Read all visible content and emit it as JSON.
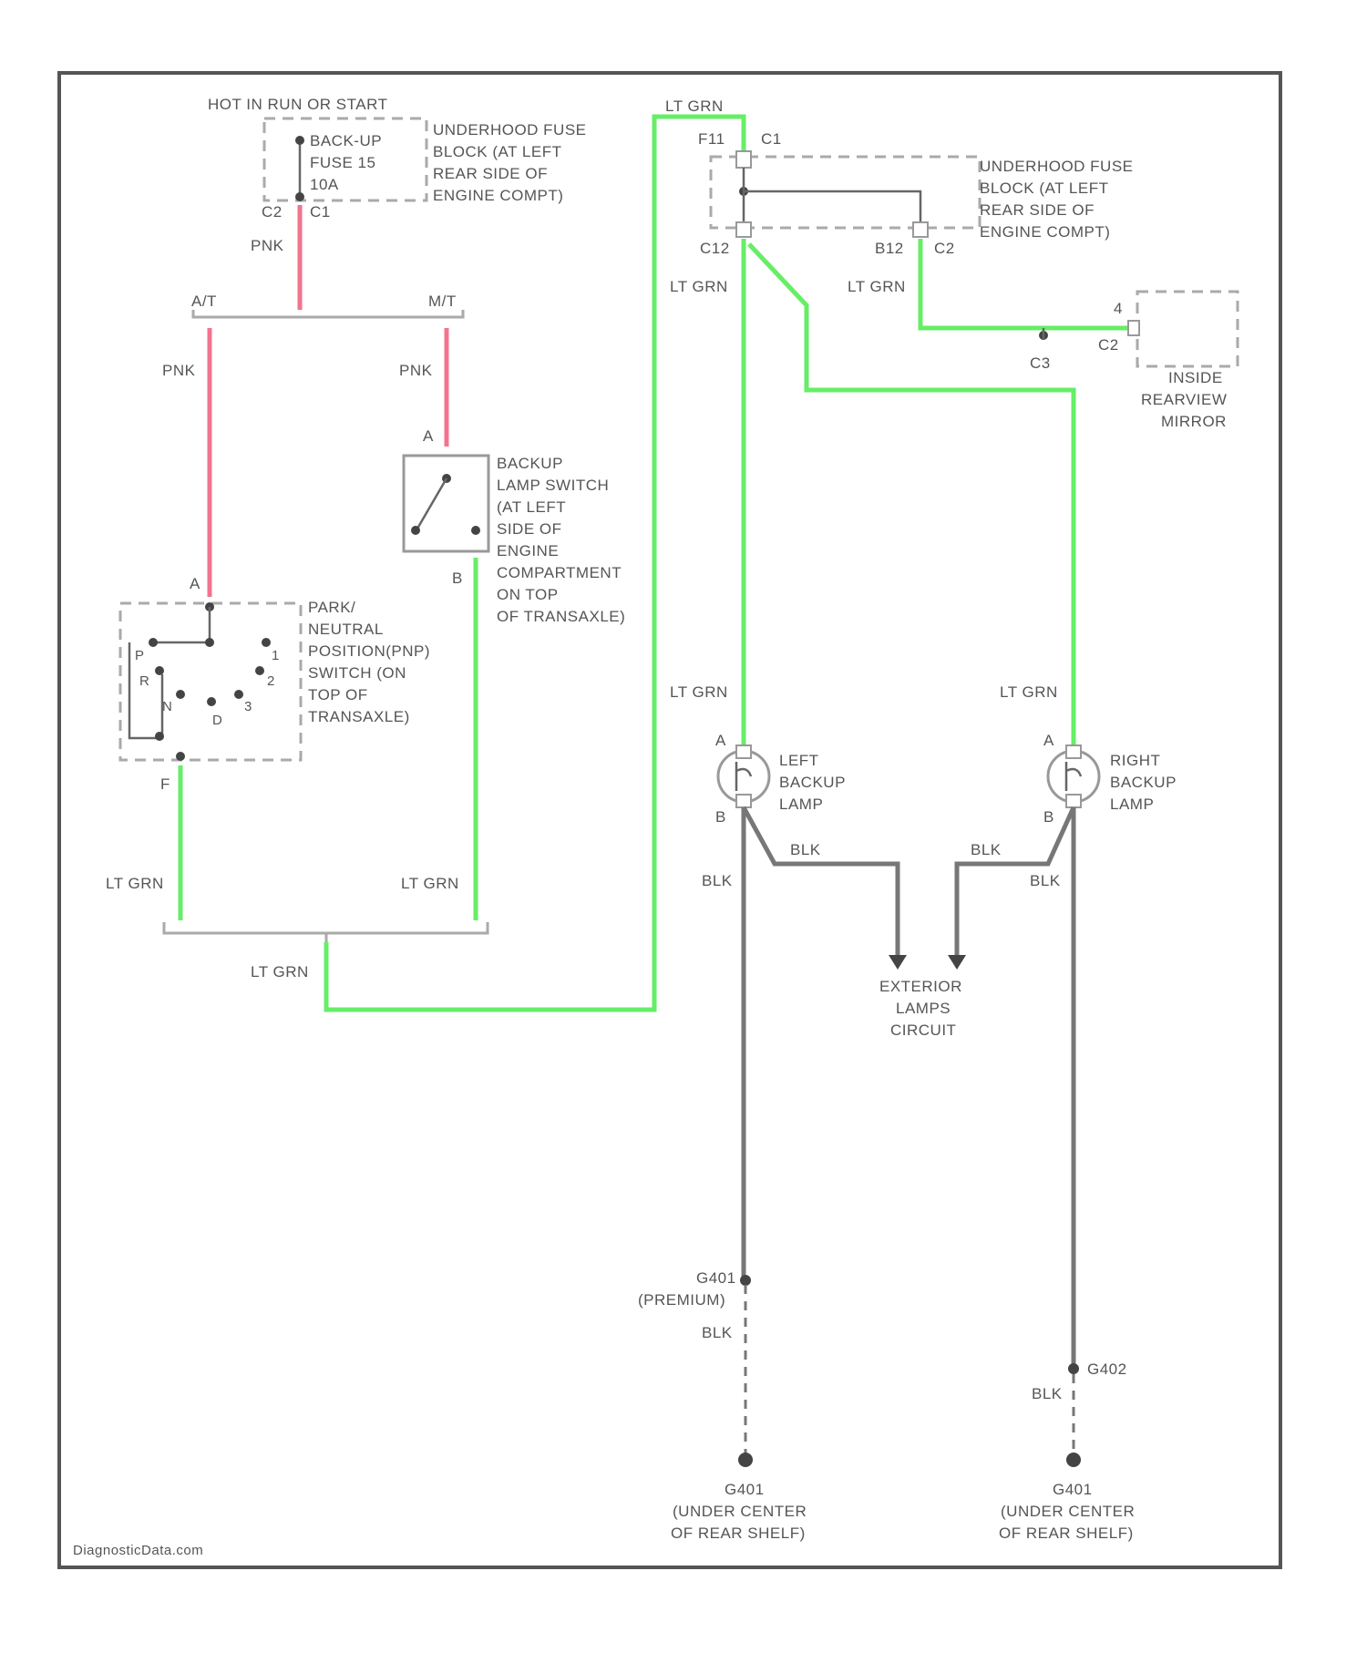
{
  "fuse_block_left": {
    "power_label": "HOT IN RUN OR START",
    "fuse_lines": [
      "BACK-UP",
      "FUSE 15",
      "10A"
    ],
    "desc_lines": [
      "UNDERHOOD FUSE",
      "BLOCK (AT LEFT",
      "REAR SIDE OF",
      "ENGINE COMPT)"
    ],
    "connector_left": "C2",
    "connector_right": "C1"
  },
  "fuse_block_right": {
    "desc_lines": [
      "UNDERHOOD FUSE",
      "BLOCK (AT LEFT",
      "REAR SIDE OF",
      "ENGINE COMPT)"
    ],
    "pin_top": "F11",
    "conn_top": "C1",
    "pin_bottom_left": "C12",
    "pin_bottom_right": "B12",
    "conn_bottom": "C2"
  },
  "wire_labels": {
    "pnk": "PNK",
    "lt_grn": "LT GRN",
    "blk": "BLK"
  },
  "branch": {
    "at": "A/T",
    "mt": "M/T"
  },
  "pnp_switch": {
    "desc_lines": [
      "PARK/",
      "NEUTRAL",
      "POSITION(PNP)",
      "SWITCH (ON",
      "TOP OF",
      "TRANSAXLE)"
    ],
    "pin_top": "A",
    "pin_bottom": "F",
    "gears": [
      "P",
      "R",
      "N",
      "D",
      "3",
      "2",
      "1"
    ]
  },
  "backup_switch": {
    "desc_lines": [
      "BACKUP",
      "LAMP SWITCH",
      "(AT LEFT",
      "SIDE OF",
      "ENGINE",
      "COMPARTMENT",
      "ON TOP",
      "OF TRANSAXLE)"
    ],
    "pin_top": "A",
    "pin_bottom": "B"
  },
  "mirror": {
    "pin": "4",
    "conn": "C2",
    "splice": "C3",
    "desc_lines": [
      "INSIDE",
      "REARVIEW",
      "MIRROR"
    ]
  },
  "left_lamp": {
    "desc_lines": [
      "LEFT",
      "BACKUP",
      "LAMP"
    ],
    "pin_a": "A",
    "pin_b": "B"
  },
  "right_lamp": {
    "desc_lines": [
      "RIGHT",
      "BACKUP",
      "LAMP"
    ],
    "pin_a": "A",
    "pin_b": "B"
  },
  "exterior": {
    "desc_lines": [
      "EXTERIOR",
      "LAMPS",
      "CIRCUIT"
    ]
  },
  "grounds": {
    "left_splice": "G401",
    "left_splice_note": "(PREMIUM)",
    "right_splice": "G402",
    "left_ground_lines": [
      "G401",
      "(UNDER CENTER",
      "OF REAR SHELF)"
    ],
    "right_ground_lines": [
      "G401",
      "(UNDER CENTER",
      "OF REAR SHELF)"
    ]
  },
  "watermark": "DiagnosticData.com",
  "colors": {
    "pnk": "#f3738e",
    "lt_grn": "#66ee66",
    "blk": "#777777"
  }
}
